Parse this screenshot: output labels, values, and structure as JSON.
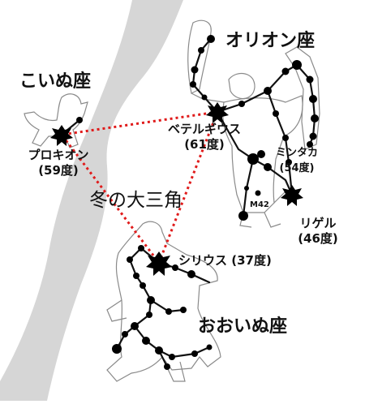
{
  "constellations": {
    "orion": "オリオン座",
    "canis_minor": "こいぬ座",
    "canis_major": "おおいぬ座"
  },
  "asterism": "冬の大三角",
  "stars": {
    "betelgeuse": {
      "name": "ベテルギウス",
      "angle": "(61度)"
    },
    "procyon": {
      "name": "プロキオン",
      "angle": "(59度)"
    },
    "sirius": {
      "name": "シリウス",
      "angle": "(37度)"
    },
    "mintaka": {
      "name": "ミンタカ",
      "angle": "(54度)"
    },
    "rigel": {
      "name": "リゲル",
      "angle": "(46度)"
    }
  },
  "objects": {
    "m42": "M42"
  },
  "colors": {
    "milky_way": "#d6d6d6",
    "triangle": "#e01b1b",
    "stars": "#000000",
    "lines": "#111111",
    "figure_outline": "#8a8a8a"
  }
}
